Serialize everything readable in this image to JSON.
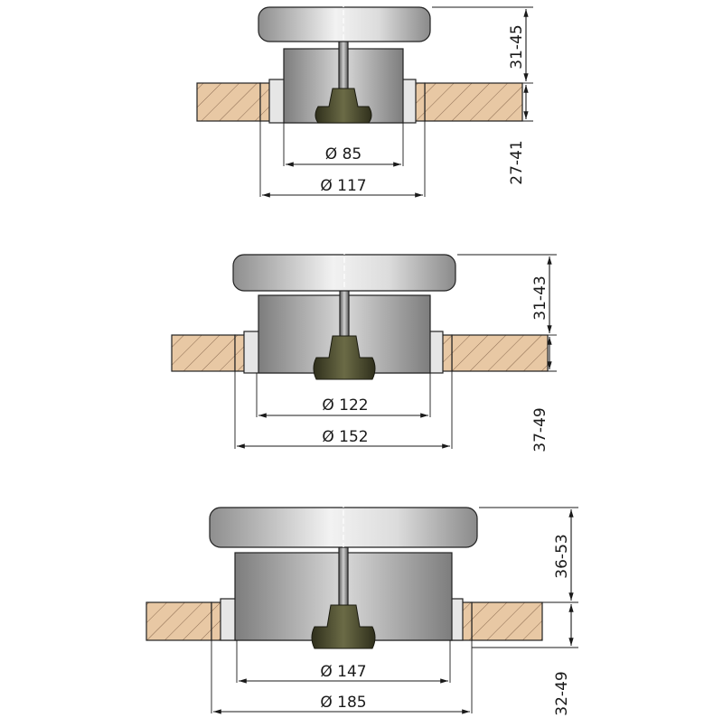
{
  "colors": {
    "wood": "#e8c8a4",
    "hatch": "#8a6a50",
    "cap_light": "#f0f0f0",
    "cap_dark": "#9a9a9a",
    "knob": "#4a4a2e",
    "line": "#1a1a1a"
  },
  "vents": [
    {
      "id": "vent-1",
      "inner_diameter_label": "Ø 85",
      "outer_diameter_label": "Ø 117",
      "height_above_label": "31-45",
      "deck_thickness_label": "27-41"
    },
    {
      "id": "vent-2",
      "inner_diameter_label": "Ø 122",
      "outer_diameter_label": "Ø 152",
      "height_above_label": "31-43",
      "deck_thickness_label": "37-49"
    },
    {
      "id": "vent-3",
      "inner_diameter_label": "Ø 147",
      "outer_diameter_label": "Ø 185",
      "height_above_label": "36-53",
      "deck_thickness_label": "32-49"
    }
  ]
}
